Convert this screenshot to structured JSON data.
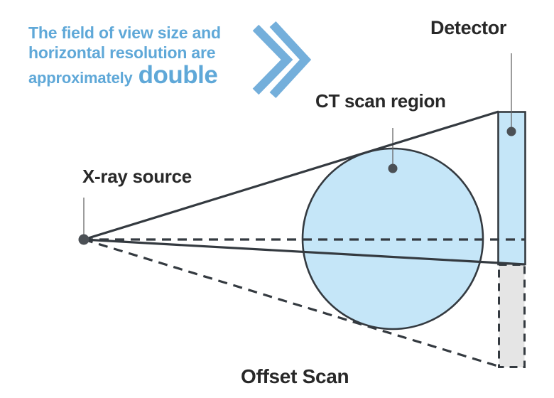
{
  "callout": {
    "line1": "The field of view size and",
    "line2": "horizontal resolution are",
    "line3_prefix": "approximately",
    "line3_emphasis": "double"
  },
  "labels": {
    "detector": "Detector",
    "ct_scan_region": "CT scan region",
    "xray_source": "X-ray source",
    "offset_scan": "Offset Scan"
  },
  "icons": {
    "double_chevron": "double-chevron-right-icon"
  },
  "colors": {
    "accent_text_blue": "#5FA8D8",
    "chevron_blue": "#74AFDB",
    "scan_region_fill": "#C5E6F8",
    "detector_active_fill": "#C5E6F8",
    "detector_extended_fill": "#E5E5E5",
    "line_dark": "#343A40",
    "label_text": "#282828",
    "marker_dot": "#4B5055",
    "leader_line": "#666666",
    "background": "#FFFFFF"
  }
}
